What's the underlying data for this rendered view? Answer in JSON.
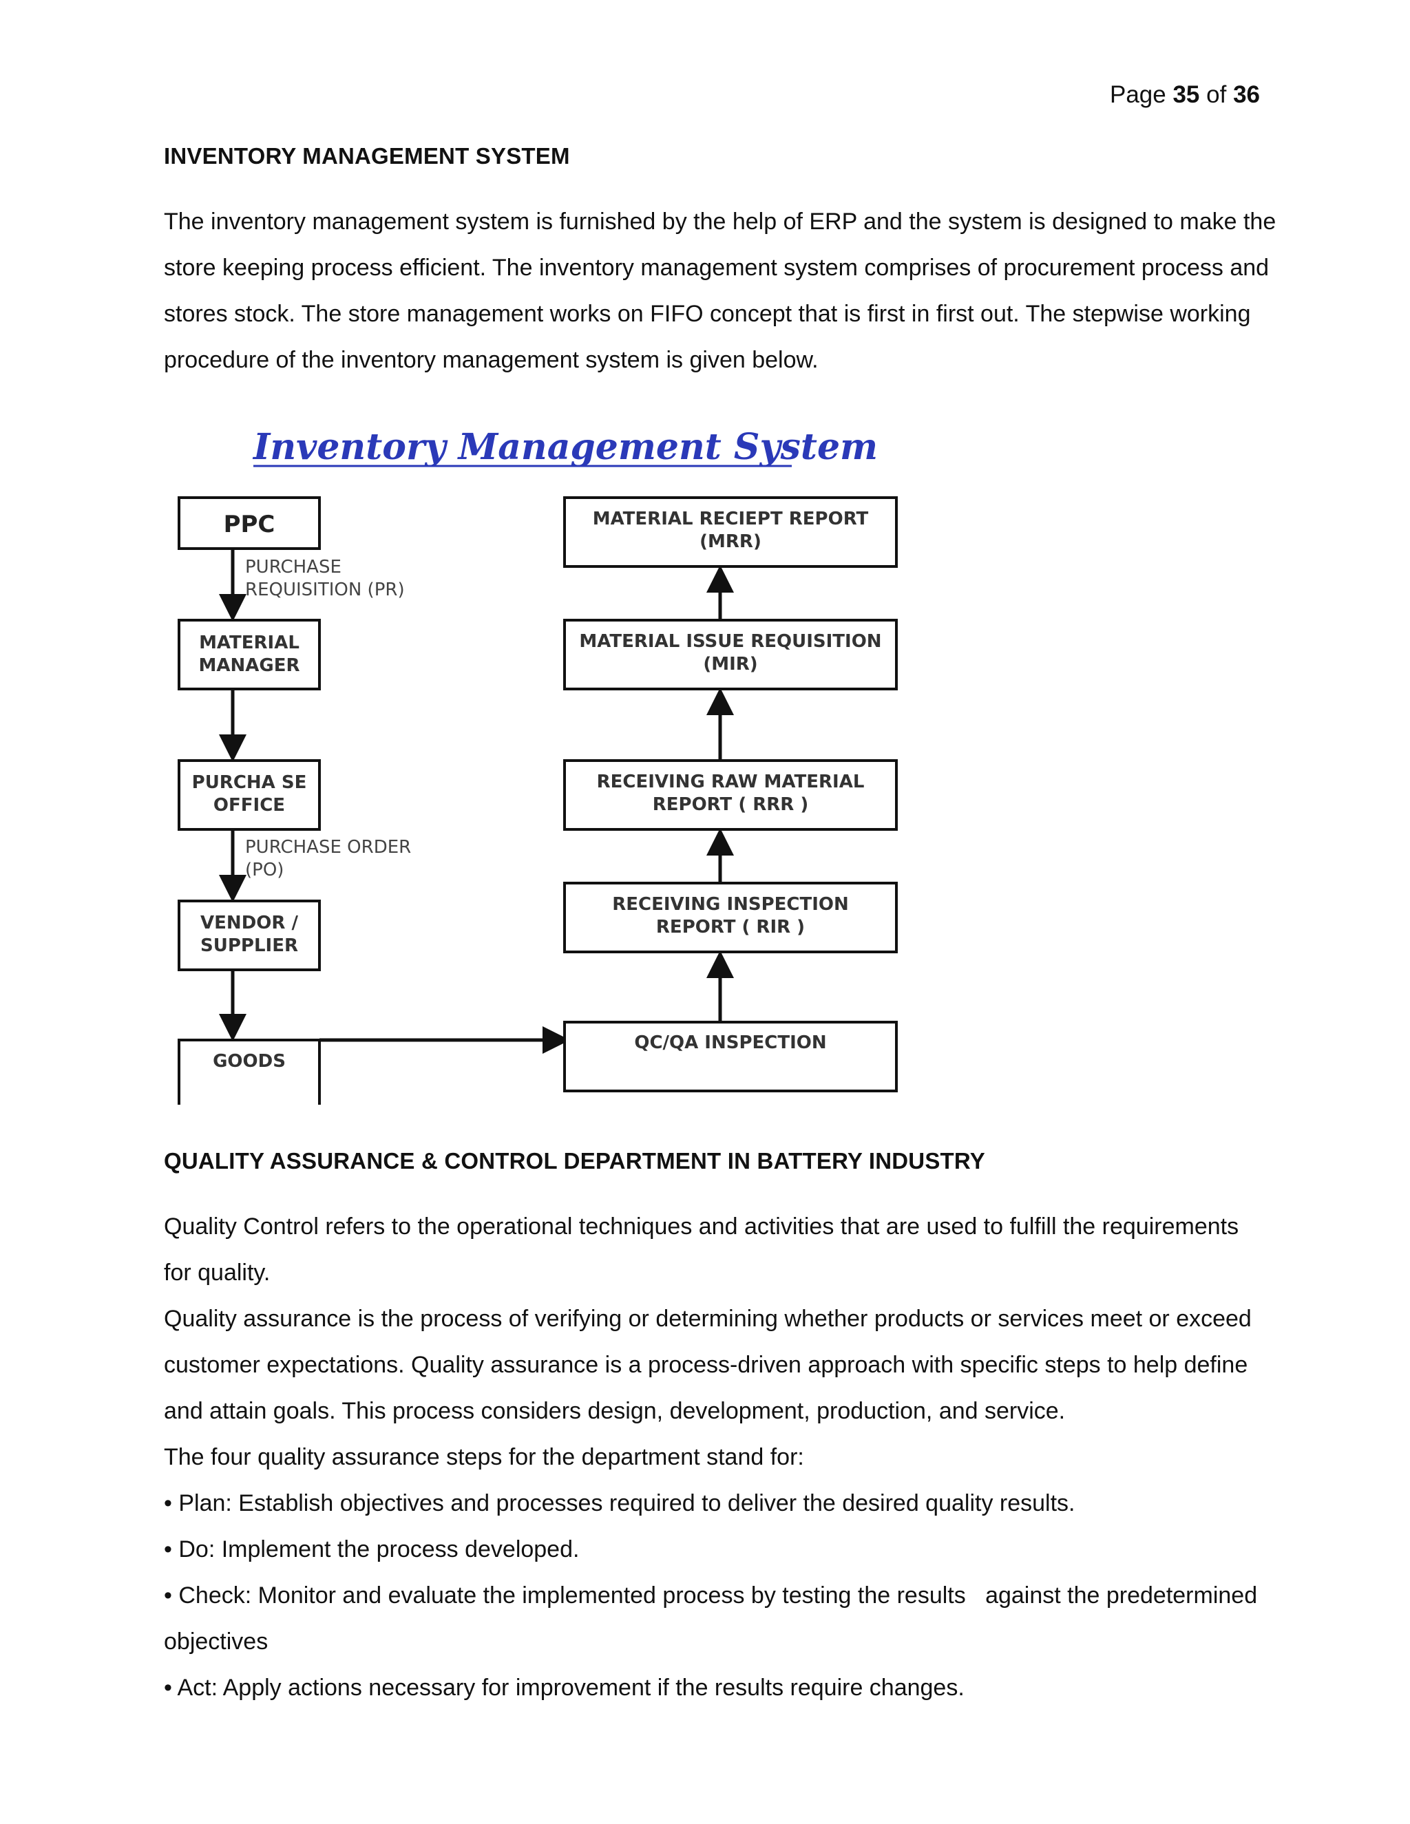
{
  "page": {
    "label": "Page",
    "current": "35",
    "of": "of",
    "total": "36"
  },
  "sections": {
    "inventory_title": "INVENTORY MANAGEMENT SYSTEM",
    "inventory_lines": [
      "The inventory management system is furnished by the help of ERP and the system is designed to make the",
      "store keeping process efficient. The inventory management system comprises of procurement process and",
      "stores stock. The store management works on FIFO concept that is first in first out. The stepwise working",
      "procedure of the inventory management system is given below."
    ],
    "qa_title": "QUALITY ASSURANCE & CONTROL DEPARTMENT IN BATTERY INDUSTRY",
    "qa_lines": [
      "Quality Control refers to the operational techniques and activities that are used to fulfill the requirements",
      "for quality.",
      "Quality assurance is the process of verifying or determining whether products or services meet or exceed",
      "customer expectations. Quality assurance is a process-driven approach with specific steps to help define",
      "and attain goals. This process considers design, development, production, and service.",
      "The four quality assurance steps for the department stand for:",
      "• Plan: Establish objectives and processes required to deliver the desired quality results.",
      "• Do: Implement the process developed.",
      "• Check: Monitor and evaluate the implemented process by testing the results   against the predetermined",
      "objectives",
      "• Act: Apply actions necessary for improvement if the results require changes."
    ]
  },
  "diagram": {
    "title": "Inventory Management System",
    "left": {
      "ppc": [
        "PPC"
      ],
      "material_manager": [
        "MATERIAL",
        "MANAGER"
      ],
      "purchase_office": [
        "PURCHA SE",
        "OFFICE"
      ],
      "vendor": [
        "VENDOR /",
        "SUPPLIER"
      ],
      "goods": [
        "GOODS"
      ]
    },
    "edges": {
      "pr": [
        "PURCHASE",
        "REQUISITION (PR)"
      ],
      "po": [
        "PURCHASE ORDER",
        "(PO)"
      ]
    },
    "right": {
      "mrr": [
        "MATERIAL RECIEPT REPORT",
        "(MRR)"
      ],
      "mir": [
        "MATERIAL ISSUE REQUISITION",
        "(MIR)"
      ],
      "rrr": [
        "RECEIVING RAW MATERIAL",
        "REPORT ( RRR )"
      ],
      "rir": [
        "RECEIVING INSPECTION",
        "REPORT ( RIR )"
      ],
      "qcqa": [
        "QC/QA INSPECTION"
      ]
    }
  }
}
